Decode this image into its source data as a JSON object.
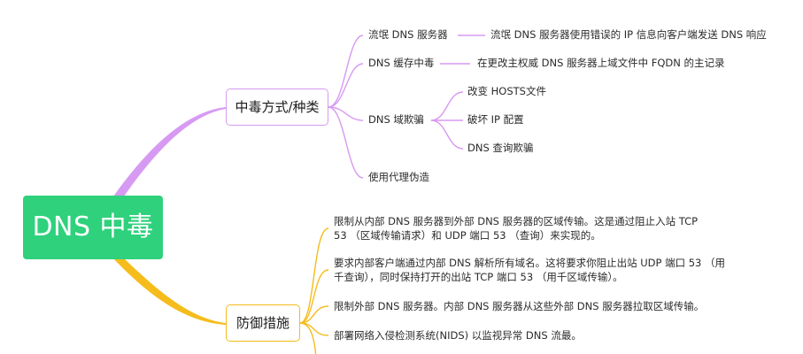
{
  "root": {
    "label": "DNS 中毒"
  },
  "colors": {
    "root_fill": "#2fd17c",
    "branch_purple": "#d79af2",
    "branch_yellow": "#f5bc1c"
  },
  "branch_methods": {
    "label": "中毒方式/种类",
    "children": [
      {
        "label": "流氓 DNS 服务器",
        "detail": "流氓 DNS 服务器使用错误的 IP 信息向客户端发送 DNS 响应"
      },
      {
        "label": "DNS 缓存中毒",
        "detail": "在更改主权威 DNS 服务器上域文件中 FQDN 的主记录"
      },
      {
        "label": "DNS 域欺骗",
        "subitems": [
          "改变 HOSTS文件",
          "破坏 IP 配置",
          "DNS 查询欺骗"
        ]
      },
      {
        "label": "使用代理伪造"
      }
    ]
  },
  "branch_defense": {
    "label": "防御措施",
    "items": [
      {
        "lines": [
          "限制从内部 DNS 服务器到外部 DNS 服务器的区域传输。这是通过阻止入站 TCP",
          "53 （区域传输请求）和 UDP 端口 53 （查询）来实现的。"
        ]
      },
      {
        "lines": [
          "要求内部客户端通过内部 DNS 解析所有域名。这将要求你阻止出站 UDP 端口 53 （用",
          "千查询），同时保持打开的出站 TCP 端口 53 （用千区域传输）。"
        ]
      },
      {
        "lines": [
          "限制外部 DNS 服务器。内部 DNS 服务器从这些外部 DNS 服务器拉取区域传输。"
        ]
      },
      {
        "lines": [
          "部署网络入侵检测系统(NIDS) 以监视异常 DNS 流最。"
        ]
      }
    ]
  }
}
